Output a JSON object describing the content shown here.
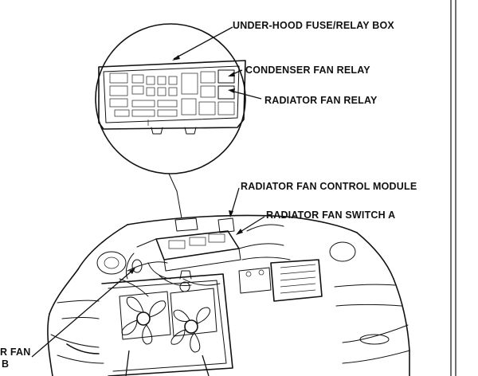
{
  "diagram": {
    "labels": {
      "fuse_box": "UNDER-HOOD FUSE/RELAY BOX",
      "condenser_relay": "CONDENSER FAN RELAY",
      "radiator_relay": "RADIATOR FAN RELAY",
      "control_module": "RADIATOR FAN CONTROL MODULE",
      "fan_switch_a": "RADIATOR FAN SWITCH A",
      "fan_switch_b_line1": "R FAN",
      "fan_switch_b_line2": "B"
    }
  }
}
